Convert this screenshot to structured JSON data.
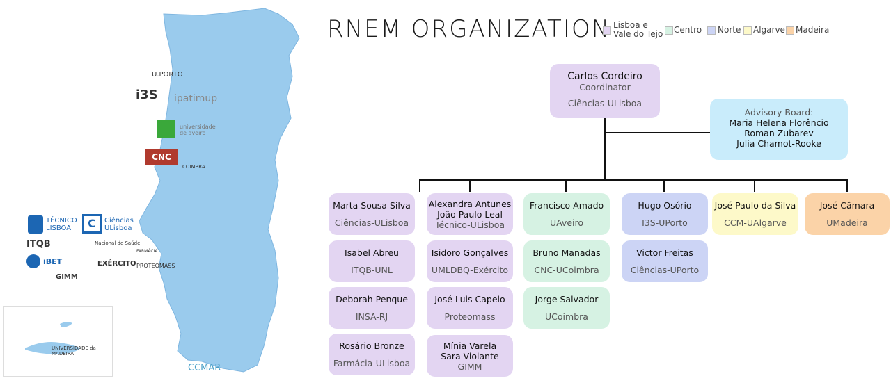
{
  "title": "RNEM ORGANIZATION",
  "legend": [
    {
      "label": "Lisboa e\nVale do Tejo",
      "color": "#e3d5f2"
    },
    {
      "label": "Centro",
      "color": "#d6f2e3"
    },
    {
      "label": "Norte",
      "color": "#ccd4f5"
    },
    {
      "label": "Algarve",
      "color": "#fdf9c9"
    },
    {
      "label": "Madeira",
      "color": "#fbd3a8"
    }
  ],
  "coordinator": {
    "name": "Carlos Cordeiro",
    "role": "Coordinator",
    "affiliation": "Ciências-ULisboa"
  },
  "advisory": {
    "title": "Advisory Board:",
    "members": [
      "Maria Helena Florêncio",
      "Roman Zubarev",
      "Julia Chamot-Rooke"
    ]
  },
  "columns": [
    {
      "region": "lisboa",
      "members": [
        {
          "name": "Marta Sousa Silva",
          "affiliation": "Ciências-ULisboa"
        },
        {
          "name": "Isabel Abreu",
          "affiliation": "ITQB-UNL"
        },
        {
          "name": "Deborah Penque",
          "affiliation": "INSA-RJ"
        },
        {
          "name": "Rosário Bronze",
          "affiliation": "Farmácia-ULisboa"
        }
      ]
    },
    {
      "region": "lisboa",
      "members": [
        {
          "name": "Alexandra Antunes\nJoão Paulo Leal",
          "affiliation": "Técnico-ULisboa"
        },
        {
          "name": "Isidoro Gonçalves",
          "affiliation": "UMLDBQ-Exército"
        },
        {
          "name": "José Luis Capelo",
          "affiliation": "Proteomass"
        },
        {
          "name": "Mínia Varela\nSara Violante",
          "affiliation": "GIMM"
        }
      ]
    },
    {
      "region": "centro",
      "members": [
        {
          "name": "Francisco Amado",
          "affiliation": "UAveiro"
        },
        {
          "name": "Bruno Manadas",
          "affiliation": "CNC-UCoimbra"
        },
        {
          "name": "Jorge Salvador",
          "affiliation": "UCoimbra"
        }
      ]
    },
    {
      "region": "norte",
      "members": [
        {
          "name": "Hugo Osório",
          "affiliation": "I3S-UPorto"
        },
        {
          "name": "Victor Freitas",
          "affiliation": "Ciências-UPorto"
        }
      ]
    },
    {
      "region": "algarve",
      "members": [
        {
          "name": "José Paulo da Silva",
          "affiliation": "CCM-UAlgarve"
        }
      ]
    },
    {
      "region": "madeira",
      "members": [
        {
          "name": "José Câmara",
          "affiliation": "UMadeira"
        }
      ]
    }
  ],
  "map_logos": {
    "uporto": "U.PORTO",
    "i3s": "i3S",
    "ipatimup": "ipatimup",
    "uaveiro": "universidade de aveiro",
    "cnc": "CNC",
    "coimbra": "COIMBRA",
    "tecnico": "TÉCNICO\nLISBOA",
    "ciencias": "Ciências\nULisboa",
    "itqb": "ITQB",
    "insa": "Nacional de Saúde",
    "ibet": "iBET",
    "exercito": "EXÉRCITO",
    "farmacia": "FARMÁCIA",
    "proteomass": "PROTEOMASS",
    "gimm": "GIMM",
    "ccmar": "CCMAR",
    "umadeira": "UNIVERSIDADE da MADEIRA"
  },
  "icons": [
    "portugal-map",
    "madeira-map"
  ]
}
